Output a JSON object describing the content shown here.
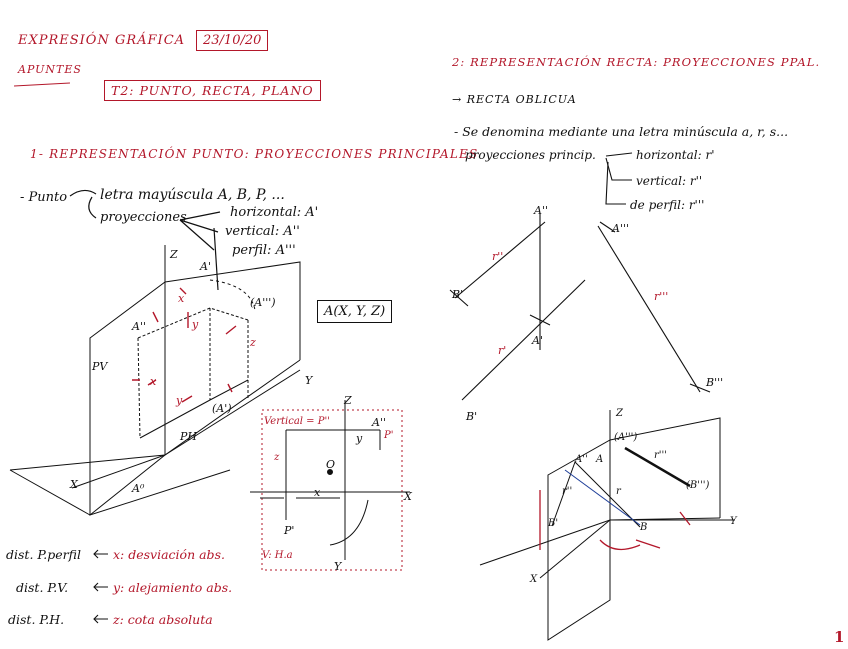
{
  "header": {
    "subject": "EXPRESIÓN GRÁFICA",
    "date": "23/10/20",
    "notes": "APUNTES",
    "topic": "T2: PUNTO, RECTA, PLANO"
  },
  "section1": {
    "title": "1- REPRESENTACIÓN PUNTO: PROYECCIONES PRINCIPALES",
    "punto_label": "- Punto",
    "letra_label": "letra mayúscula A, B, P, ...",
    "proyecciones_label": "proyecciones",
    "horizontal": "horizontal: A'",
    "vertical": "vertical: A''",
    "perfil": "perfil: A'''",
    "coords_box": "A(X, Y, Z)",
    "fig_labels": {
      "z": "Z",
      "x": "X",
      "y": "Y",
      "pv": "PV",
      "ph": "PH",
      "a1": "A'",
      "a2": "A''",
      "a3": "(A''')",
      "a1b": "(A')",
      "a0": "A⁰",
      "xs": "x",
      "ys": "y",
      "zs": "z"
    },
    "dihedral_labels": {
      "vertical_label": "Vertical = P''",
      "a2": "A''",
      "p": "P'",
      "p1": "P'",
      "z": "Z",
      "x": "X",
      "y": "Y",
      "o": "O",
      "vh": "V: H.a",
      "xs": "x",
      "ys": "y",
      "zs": "z"
    },
    "relations": [
      {
        "left": "dist. P.perfil",
        "right": "x: desviación abs."
      },
      {
        "left": "dist. P.V.",
        "right": "y: alejamiento abs."
      },
      {
        "left": "dist. P.H.",
        "right": "z: cota absoluta"
      }
    ]
  },
  "section2": {
    "title": "2: REPRESENTACIÓN RECTA: PROYECCIONES PPAL.",
    "subtitle": "→ RECTA OBLICUA",
    "line1": "- Se denomina mediante una letra minúscula a, r, s...",
    "proy_label": "proyecciones princip.",
    "horizontal": "horizontal: r'",
    "vertical": "vertical: r''",
    "perfil": "de perfil: r'''",
    "fig_labels": {
      "a2": "A''",
      "b1": "B'",
      "a1": "A'",
      "r2": "r''",
      "r1": "r'",
      "b1b": "B'",
      "a3": "A'''",
      "r3": "r'''",
      "b3": "B'''"
    },
    "iso_labels": {
      "z": "Z",
      "x": "X",
      "y": "Y",
      "a2": "A''",
      "r2": "r''",
      "b1": "B'",
      "r3": "r'''",
      "b3": "(B''')",
      "a3": "(A''')",
      "b": "B",
      "a": "A",
      "r": "r"
    }
  },
  "page_number": "1"
}
